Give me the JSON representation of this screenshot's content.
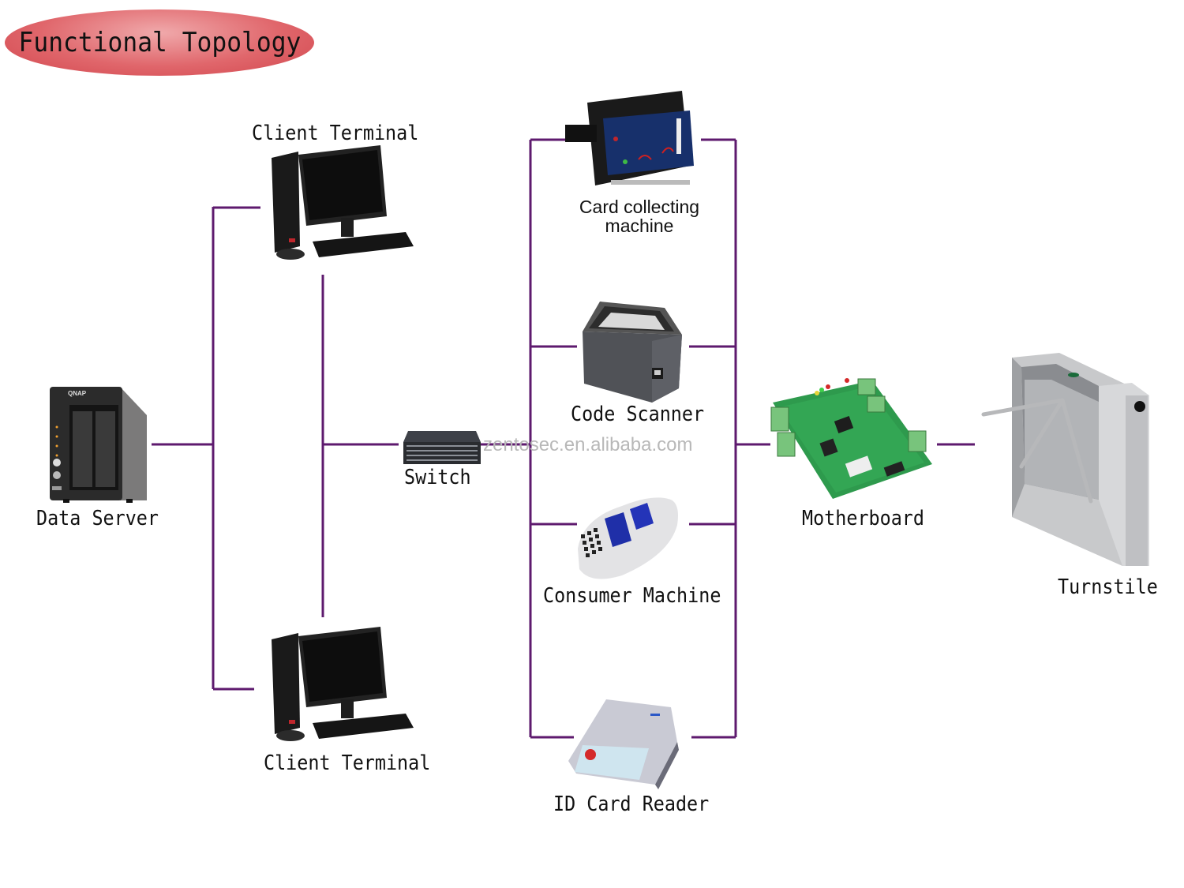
{
  "title": "Functional Topology",
  "colors": {
    "line": "#5e1a6e",
    "title_fill": "#e0666b"
  },
  "nodes": {
    "data_server": {
      "label": "Data Server",
      "icon": "nas-server-icon"
    },
    "client_terminal_top": {
      "label": "Client Terminal",
      "icon": "desktop-computer-icon"
    },
    "client_terminal_bottom": {
      "label": "Client Terminal",
      "icon": "desktop-computer-icon"
    },
    "switch": {
      "label": "Switch",
      "icon": "network-switch-icon"
    },
    "card_collecting_machine": {
      "label_line1": "Card collecting",
      "label_line2": "machine",
      "icon": "card-collector-icon"
    },
    "code_scanner": {
      "label": "Code Scanner",
      "icon": "barcode-scanner-icon"
    },
    "consumer_machine": {
      "label": "Consumer Machine",
      "icon": "pos-terminal-icon"
    },
    "id_card_reader": {
      "label": "ID Card Reader",
      "icon": "id-card-reader-icon"
    },
    "motherboard": {
      "label": "Motherboard",
      "icon": "circuit-board-icon"
    },
    "turnstile": {
      "label": "Turnstile",
      "icon": "tripod-turnstile-icon"
    }
  },
  "watermark": "zentosec.en.alibaba.com"
}
